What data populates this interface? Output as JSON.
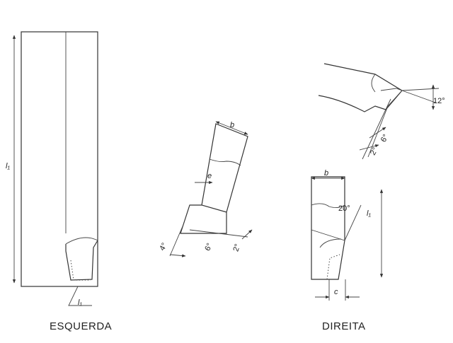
{
  "diagram": {
    "left_tool": {
      "caption": "ESQUERDA",
      "length_label": "l₁",
      "bottom_label": "l₁"
    },
    "middle_tool": {
      "width_label": "b",
      "offset_label": "e",
      "angles": [
        "4°",
        "6°",
        "2°"
      ]
    },
    "right_tool": {
      "caption": "DIREITA",
      "width_label": "b",
      "length_label": "l₁",
      "side_label": "c",
      "angles": [
        "12°",
        "6°",
        "2°",
        "20°"
      ]
    },
    "colors": {
      "line": "#333333",
      "background": "#ffffff"
    }
  }
}
